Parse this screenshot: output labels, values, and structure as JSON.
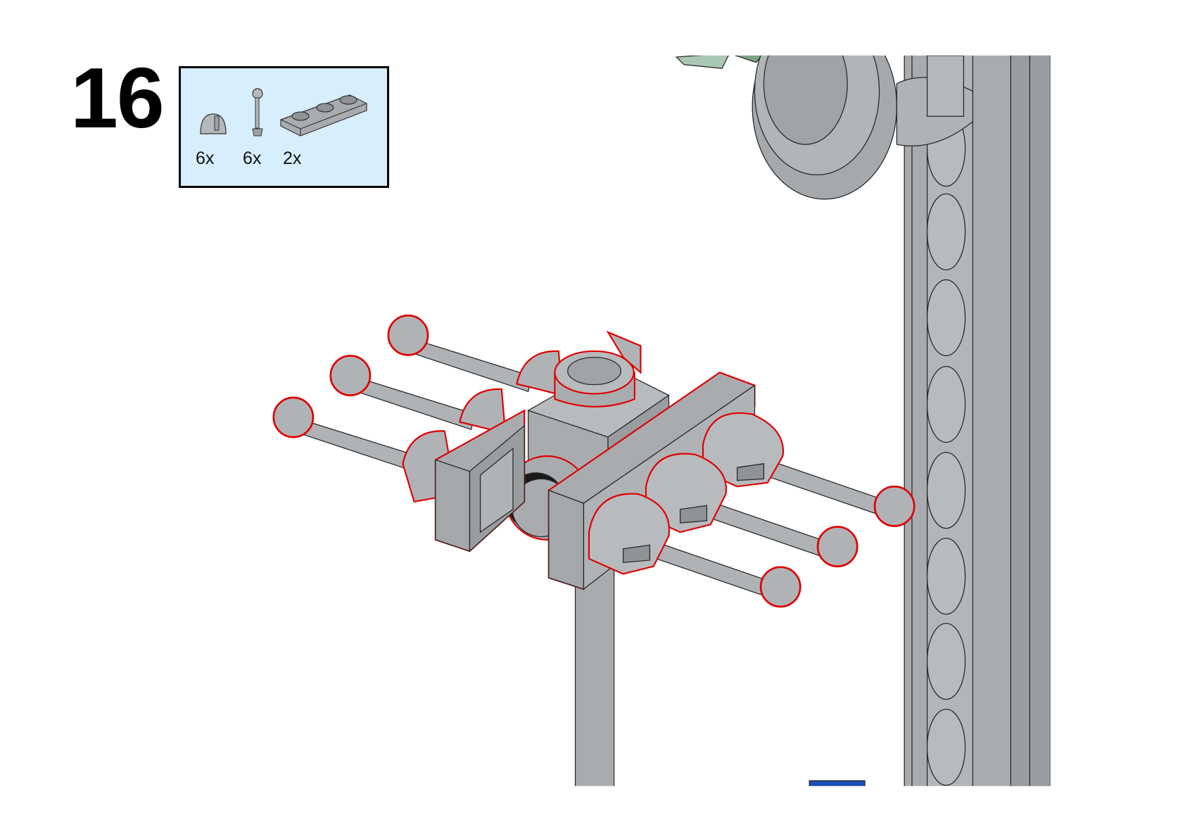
{
  "step": {
    "number": "16"
  },
  "parts_list": {
    "items": [
      {
        "part": "round-tile-with-clip-icon",
        "quantity": "6x"
      },
      {
        "part": "bar-with-ball-icon",
        "quantity": "6x"
      },
      {
        "part": "plate-1x3-icon",
        "quantity": "2x"
      }
    ],
    "background": "#d7eefc"
  },
  "colors": {
    "part_grey": "#a9acaf",
    "highlight_outline": "#e00000",
    "blue_piece": "#1a4fb5"
  }
}
